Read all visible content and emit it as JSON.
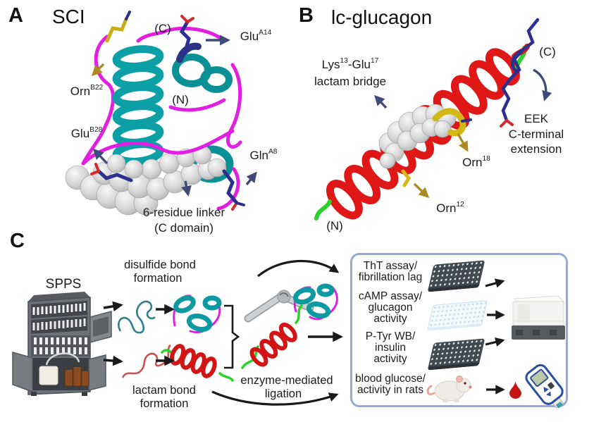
{
  "panelA": {
    "letter": "A",
    "title": "SCI",
    "c_terminus": "(C)",
    "n_terminus": "(N)",
    "glu_a14": {
      "base": "Glu",
      "sup": "A14"
    },
    "orn_b22": {
      "base": "Orn",
      "sup": "B22"
    },
    "glu_b28": {
      "base": "Glu",
      "sup": "B28"
    },
    "gln_a8": {
      "base": "Gln",
      "sup": "A8"
    },
    "linker": {
      "line1": "6-residue linker",
      "line2": "(C domain)"
    }
  },
  "panelB": {
    "letter": "B",
    "title": "lc-glucagon",
    "c_terminus": "(C)",
    "n_terminus": "(N)",
    "lactam_bridge": {
      "part1": "Lys",
      "sup1": "13",
      "part2": "-Glu",
      "sup2": "17",
      "line2": "lactam bridge"
    },
    "eek": {
      "line1": "EEK",
      "line2": "C-terminal",
      "line3": "extension"
    },
    "orn18": {
      "base": "Orn",
      "sup": "18"
    },
    "orn12": {
      "base": "Orn",
      "sup": "12"
    }
  },
  "panelC": {
    "letter": "C",
    "spps_label": "SPPS",
    "disulfide": {
      "line1": "disulfide bond",
      "line2": "formation"
    },
    "lactam": {
      "line1": "lactam bond",
      "line2": "formation"
    },
    "ligation": {
      "line1": "enzyme-mediated",
      "line2": "ligation"
    },
    "assays": [
      {
        "line1": "ThT assay/",
        "line2": "fibrillation lag",
        "icon": "microplate-dark"
      },
      {
        "line1": "cAMP assay/",
        "line2": "glucagon",
        "line3": "activity",
        "icon": "microplate-light"
      },
      {
        "line1": "P-Tyr WB/",
        "line2": "insulin",
        "line3": "activity",
        "icon": "microplate-dark"
      },
      {
        "line1": "blood glucose/",
        "line2": "activity in rats",
        "icon": "rat"
      }
    ],
    "instruments": [
      "plate-reader",
      "glucometer",
      "blood-drop"
    ]
  },
  "colors": {
    "teal_helix": "#0aa0a6",
    "magenta_loop": "#e21ee2",
    "navy_stick": "#2b2f8e",
    "yellow_stick": "#c9ad17",
    "grey_sphere": "#c9c9c9",
    "red_helix": "#df1717",
    "green_terminus": "#2bd12b",
    "annotation_navy_arrow": "#3e4a78",
    "annotation_gold_arrow": "#ab8a1f",
    "black_arrow": "#1a1a1a",
    "assay_box_border": "#92abd8"
  }
}
